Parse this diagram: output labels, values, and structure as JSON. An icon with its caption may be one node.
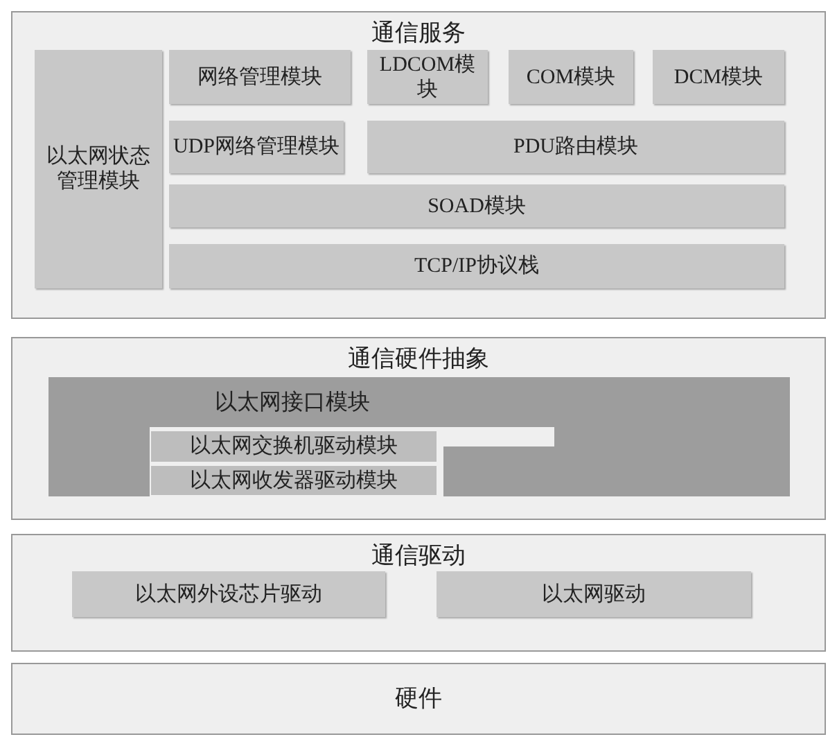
{
  "diagram": {
    "nodes": [
      {
        "text": [
          "通信服务"
        ]
      },
      {
        "text": [
          "以太网状态管理模块"
        ],
        "in": 0
      },
      {
        "text": [
          "网络管理模块"
        ],
        "in": 0
      },
      {
        "text": [
          "LDCOM模块"
        ],
        "in": 0
      },
      {
        "text": [
          "COM模块"
        ],
        "in": 0
      },
      {
        "text": [
          "DCM模块"
        ],
        "in": 0
      },
      {
        "text": [
          "UDP网络管理模块"
        ],
        "in": 0
      },
      {
        "text": [
          "PDU路由模块"
        ],
        "in": 0
      },
      {
        "text": [
          "SOAD模块"
        ],
        "in": 0
      },
      {
        "text": [
          "TCP/IP协议栈"
        ],
        "in": 0
      },
      {
        "text": [
          "通信硬件抽象"
        ]
      },
      {
        "text": [
          "以太网接口模块"
        ],
        "in": 10
      },
      {
        "text": [
          "以太网交换机驱动模块"
        ],
        "in": 11
      },
      {
        "text": [
          "以太网收发器驱动模块"
        ],
        "in": 11
      },
      {
        "text": [
          "通信驱动"
        ]
      },
      {
        "text": [
          "以太网外设芯片驱动"
        ],
        "in": 14
      },
      {
        "text": [
          "以太网驱动"
        ],
        "in": 14
      },
      {
        "text": [
          "硬件"
        ]
      }
    ]
  }
}
